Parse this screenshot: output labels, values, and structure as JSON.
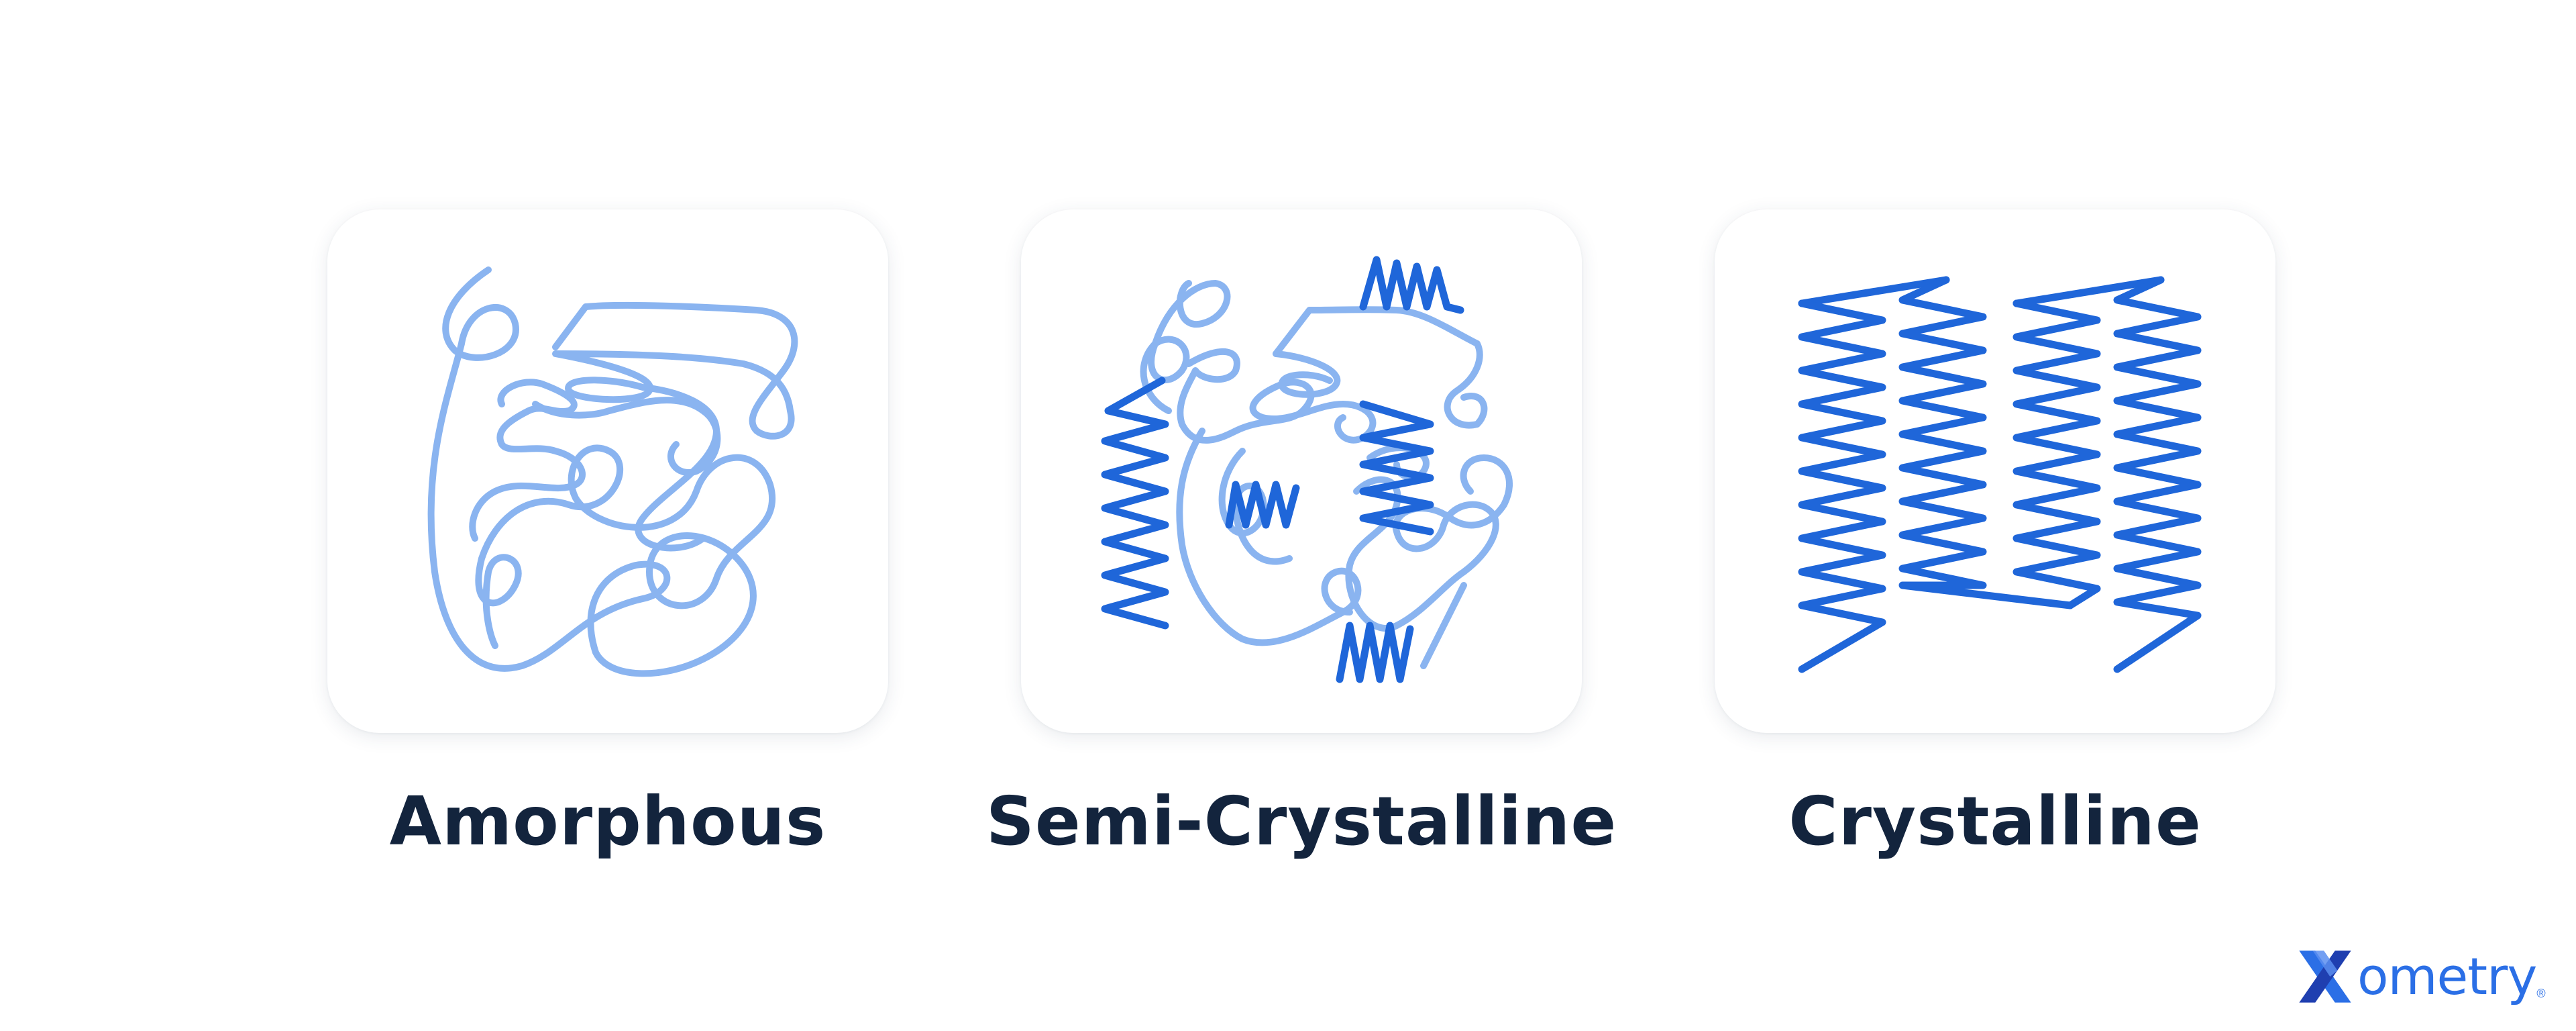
{
  "panels": [
    {
      "label": "Amorphous"
    },
    {
      "label": "Semi-Crystalline"
    },
    {
      "label": "Crystalline"
    }
  ],
  "logo": {
    "text": "ometry",
    "mark": "X",
    "trademark": "®"
  },
  "colors": {
    "background": "#ffffff",
    "card": "#ffffff",
    "amorphous_chain": "#8ab4f0",
    "crystalline_chain": "#1f66d9",
    "caption_text": "#13243d",
    "brand": "#2b6fe6"
  },
  "icons": [
    "amorphous-polymer-chain-icon",
    "semi-crystalline-polymer-chain-icon",
    "crystalline-polymer-chain-icon",
    "xometry-logo-mark"
  ]
}
